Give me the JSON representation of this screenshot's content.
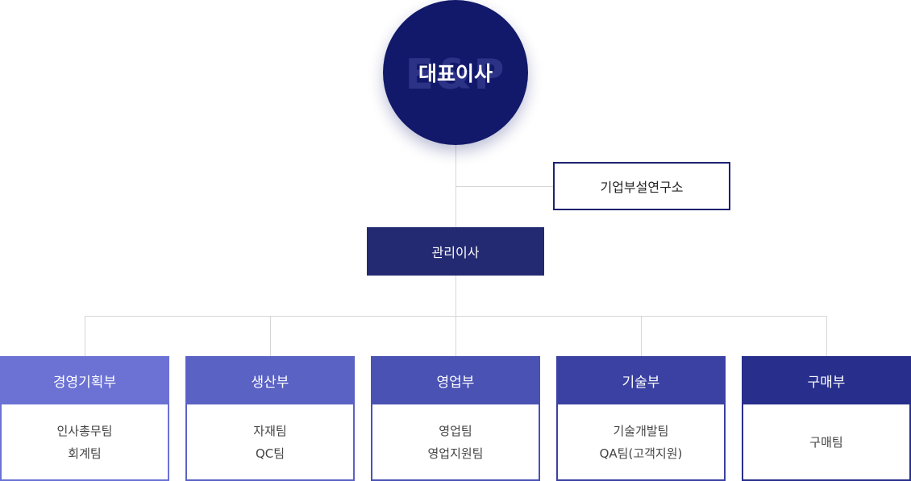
{
  "ceo": {
    "label": "대표이사",
    "watermark": "E&P"
  },
  "research_lab": {
    "label": "기업부설연구소"
  },
  "managing_director": {
    "label": "관리이사"
  },
  "departments": [
    {
      "name": "경영기획부",
      "color": "#6b72d4",
      "border": "#6b72d4",
      "teams": [
        "인사총무팀",
        "회계팀"
      ]
    },
    {
      "name": "생산부",
      "color": "#5a62c4",
      "border": "#5a62c4",
      "teams": [
        "자재팀",
        "QC팀"
      ]
    },
    {
      "name": "영업부",
      "color": "#4a52b4",
      "border": "#4a52b4",
      "teams": [
        "영업팀",
        "영업지원팀"
      ]
    },
    {
      "name": "기술부",
      "color": "#3a41a2",
      "border": "#3a41a2",
      "teams": [
        "기술개발팀",
        "QA팀(고객지원)"
      ]
    },
    {
      "name": "구매부",
      "color": "#282e8c",
      "border": "#282e8c",
      "teams": [
        "구매팀"
      ]
    }
  ]
}
